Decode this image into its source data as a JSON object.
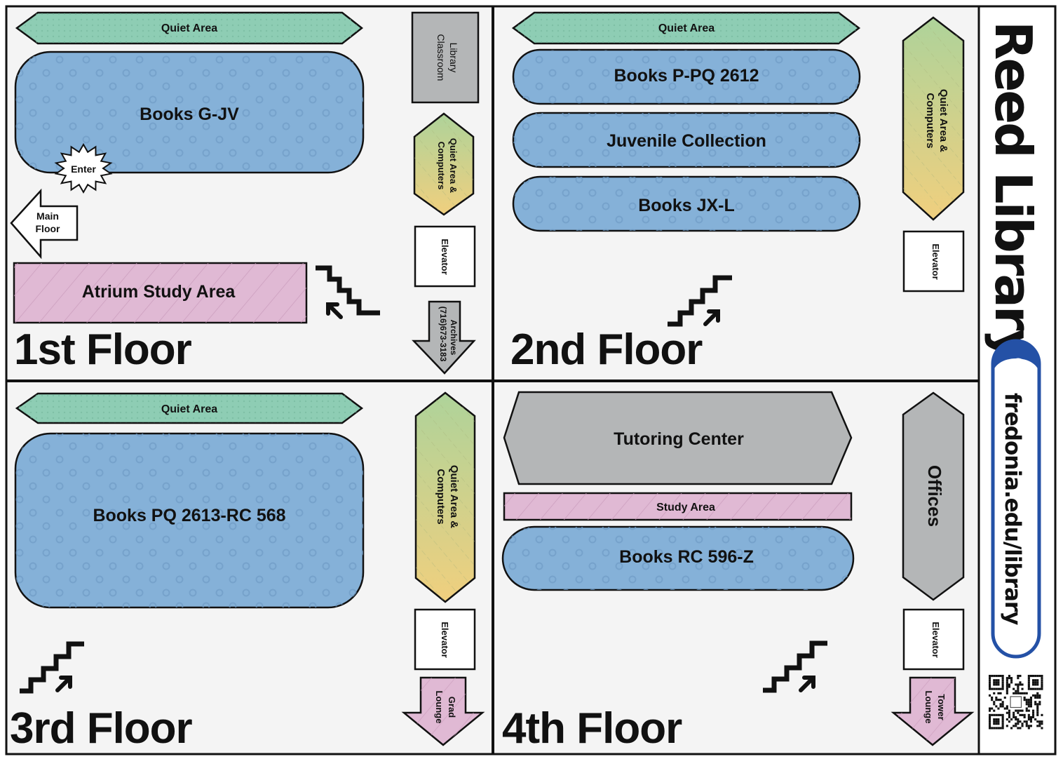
{
  "title": "Reed Library",
  "website": "fredonia.edu/library",
  "colors": {
    "quiet": "#8ecdb4",
    "books": "#85b1d8",
    "study": "#e0b9d4",
    "gray": "#b4b6b7",
    "gradient_top": "#aed39a",
    "gradient_bottom": "#f0cf7e",
    "brand_blue": "#2451a6",
    "panel_bg": "#f4f4f4"
  },
  "floors": {
    "first": {
      "title": "1st Floor",
      "quiet_area": "Quiet Area",
      "books": "Books G-JV",
      "enter": "Enter",
      "main_floor_line1": "Main",
      "main_floor_line2": "Floor",
      "atrium": "Atrium Study Area",
      "classroom_line1": "Library",
      "classroom_line2": "Classroom",
      "computers_line1": "Quiet Area &",
      "computers_line2": "Computers",
      "elevator": "Elevator",
      "archives_line1": "Archives",
      "archives_line2": "(716)673-3183",
      "stairs_direction": "up"
    },
    "second": {
      "title": "2nd Floor",
      "quiet_area": "Quiet Area",
      "books_1": "Books P-PQ 2612",
      "books_2": "Juvenile Collection",
      "books_3": "Books JX-L",
      "computers_line1": "Quiet Area &",
      "computers_line2": "Computers",
      "elevator": "Elevator",
      "stairs_direction": "up"
    },
    "third": {
      "title": "3rd Floor",
      "quiet_area": "Quiet Area",
      "books": "Books PQ 2613-RC 568",
      "computers_line1": "Quiet Area &",
      "computers_line2": "Computers",
      "elevator": "Elevator",
      "lounge_line1": "Grad",
      "lounge_line2": "Lounge",
      "stairs_direction": "up"
    },
    "fourth": {
      "title": "4th Floor",
      "tutoring": "Tutoring Center",
      "study": "Study Area",
      "books": "Books RC 596-Z",
      "offices": "Offices",
      "elevator": "Elevator",
      "lounge_line1": "Tower",
      "lounge_line2": "Lounge",
      "stairs_direction": "up"
    }
  },
  "icons": {
    "search": "search-icon",
    "qr": "qr-code",
    "stairs": "stairs-icon",
    "arrow": "arrow-icon"
  }
}
